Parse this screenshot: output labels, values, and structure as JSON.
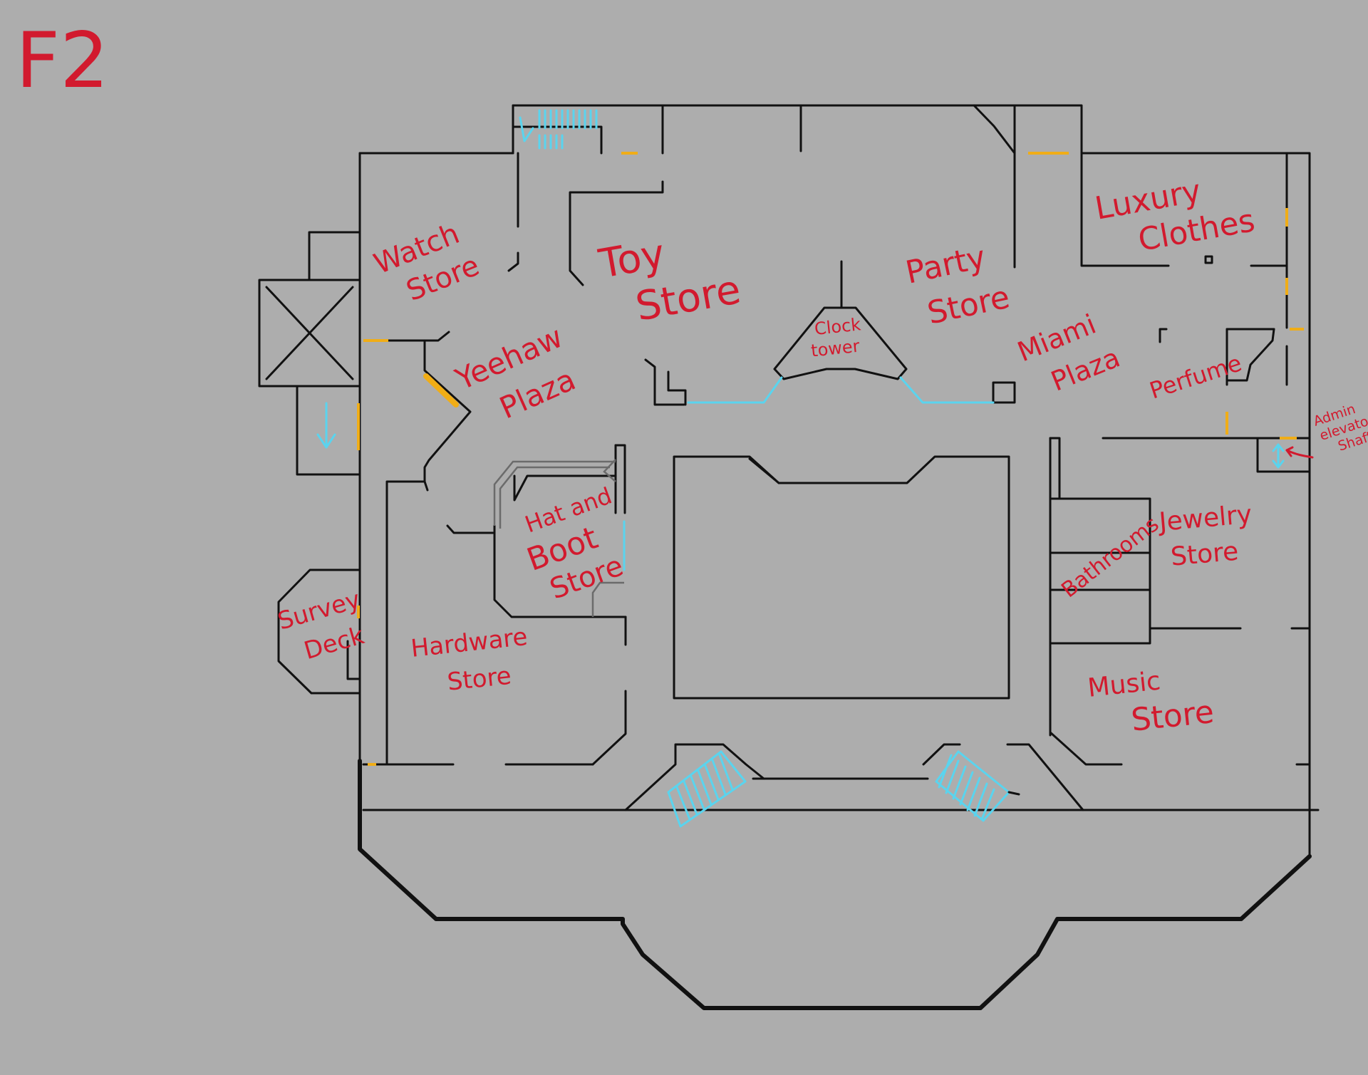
{
  "floor_label": "F2",
  "labels": {
    "watch_store": [
      "Watch",
      "Store"
    ],
    "toy_store": [
      "Toy",
      "Store"
    ],
    "party_store": [
      "Party",
      "Store"
    ],
    "luxury_clothes": [
      "Luxury",
      "Clothes"
    ],
    "yeehaw_plaza": [
      "Yeehaw",
      "Plaza"
    ],
    "clock_tower": [
      "Clock",
      "tower"
    ],
    "miami_plaza": [
      "Miami",
      "Plaza"
    ],
    "perfume": [
      "Perfume"
    ],
    "admin_elevator_shaft": [
      "Admin",
      "elevator",
      "Shaft"
    ],
    "hat_and_boot_store": [
      "Hat and",
      "Boot",
      "Store"
    ],
    "jewelry_store": [
      "Jewelry",
      "Store"
    ],
    "bathrooms": [
      "Bathrooms"
    ],
    "survey_deck": [
      "Survey",
      "Deck"
    ],
    "hardware_store": [
      "Hardware",
      "Store"
    ],
    "music_store": [
      "Music",
      "Store"
    ]
  },
  "colors": {
    "background": "#adadad",
    "wall": "#111111",
    "label": "#d21a2e",
    "door": "#f0ad17",
    "glass_and_stairs": "#5ad4ee"
  }
}
